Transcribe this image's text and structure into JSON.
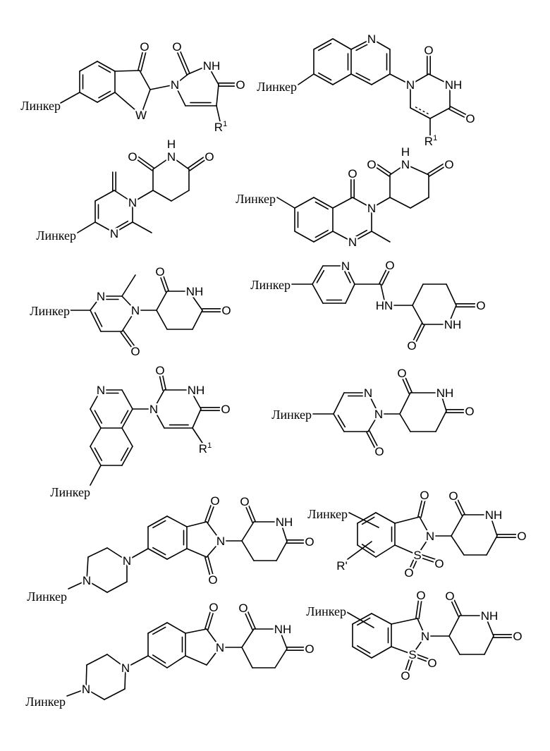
{
  "figure": {
    "linker_label": "Линкер",
    "atoms": {
      "O": "O",
      "N": "N",
      "NH": "NH",
      "HN": "HN",
      "H": "H",
      "W": "W",
      "S": "S",
      "R": "R",
      "R_sup": "1",
      "R_prime": "R'"
    },
    "colors": {
      "ink": "#000000",
      "background": "#ffffff"
    }
  }
}
